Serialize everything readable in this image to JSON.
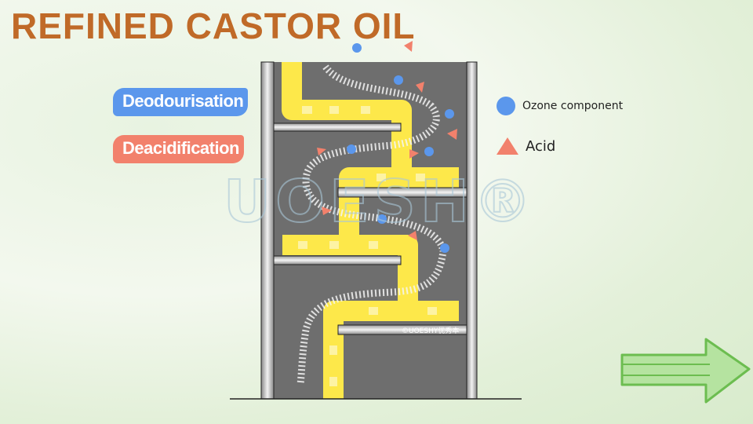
{
  "title": "REFINED CASTOR OIL",
  "labels": {
    "deodourisation": "Deodourisation",
    "deacidification": "Deacidification"
  },
  "legend": [
    {
      "icon": "blue-circle",
      "label": "Ozone component",
      "color": "#5b97ec"
    },
    {
      "icon": "salmon-triangle",
      "label": "Acid",
      "color": "#f2816c"
    }
  ],
  "watermark": "UOESH®",
  "credit": "©UOESHY优秀本",
  "colors": {
    "title": "#c06a28",
    "oil": "#fde84a",
    "chamber": "#707070",
    "arrow": "#7cc55e"
  }
}
